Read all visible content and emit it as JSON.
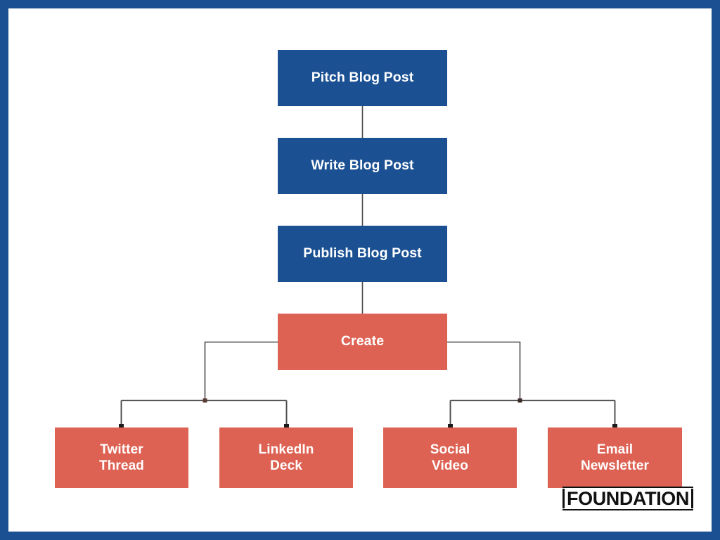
{
  "theme": {
    "frame_color": "#1B5193",
    "process_color": "#1B5193",
    "output_color": "#DD6253",
    "connector_color": "#4a4a4a",
    "canvas_color": "#ffffff",
    "node_text_color": "#ffffff"
  },
  "diagram": {
    "type": "flowchart",
    "nodes": [
      {
        "id": "pitch",
        "label": "Pitch Blog Post",
        "kind": "process"
      },
      {
        "id": "write",
        "label": "Write Blog Post",
        "kind": "process"
      },
      {
        "id": "publish",
        "label": "Publish Blog Post",
        "kind": "process"
      },
      {
        "id": "create",
        "label": "Create",
        "kind": "output"
      },
      {
        "id": "twitter",
        "label_line1": "Twitter",
        "label_line2": "Thread",
        "kind": "output"
      },
      {
        "id": "linkedin",
        "label_line1": "LinkedIn",
        "label_line2": "Deck",
        "kind": "output"
      },
      {
        "id": "social",
        "label_line1": "Social",
        "label_line2": "Video",
        "kind": "output"
      },
      {
        "id": "email",
        "label_line1": "Email",
        "label_line2": "Newsletter",
        "kind": "output"
      }
    ],
    "edges": [
      {
        "from": "pitch",
        "to": "write"
      },
      {
        "from": "write",
        "to": "publish"
      },
      {
        "from": "publish",
        "to": "create"
      },
      {
        "from": "create",
        "to": "twitter"
      },
      {
        "from": "create",
        "to": "linkedin"
      },
      {
        "from": "create",
        "to": "social"
      },
      {
        "from": "create",
        "to": "email"
      }
    ]
  },
  "logo": {
    "text": "FOUNDATION"
  }
}
